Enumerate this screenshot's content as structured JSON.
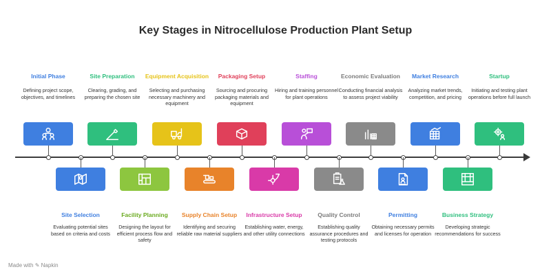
{
  "title": "Key Stages in Nitrocellulose Production Plant Setup",
  "top_stages": [
    {
      "heading": "Initial Phase",
      "desc": "Defining project scope, objectives, and timelines",
      "color": "#3f7fe0",
      "text_color": "#3f7fe0",
      "icon": "team-icon"
    },
    {
      "heading": "Site Preparation",
      "desc": "Clearing, grading, and preparing the chosen site",
      "color": "#2fbf7e",
      "text_color": "#2fbf7e",
      "icon": "shovel-icon"
    },
    {
      "heading": "Equipment Acquisition",
      "desc": "Selecting and purchasing necessary machinery and equipment",
      "color": "#e6c319",
      "text_color": "#e6c319",
      "icon": "forklift-icon"
    },
    {
      "heading": "Packaging Setup",
      "desc": "Sourcing and procuring packaging materials and equipment",
      "color": "#e0405a",
      "text_color": "#e0405a",
      "icon": "package-icon"
    },
    {
      "heading": "Staffing",
      "desc": "Hiring and training personnel for plant operations",
      "color": "#b84fd8",
      "text_color": "#b84fd8",
      "icon": "staff-training-icon"
    },
    {
      "heading": "Economic Evaluation",
      "desc": "Conducting financial analysis to assess project viability",
      "color": "#8a8a8a",
      "text_color": "#7a7a7a",
      "icon": "analysis-chart-icon"
    },
    {
      "heading": "Market Research",
      "desc": "Analyzing market trends, competition, and pricing",
      "color": "#3f7fe0",
      "text_color": "#3f7fe0",
      "icon": "market-chart-icon"
    },
    {
      "heading": "Startup",
      "desc": "Initiating and testing plant operations before full launch",
      "color": "#2fbf7e",
      "text_color": "#2fbf7e",
      "icon": "gear-person-icon"
    }
  ],
  "bottom_stages": [
    {
      "heading": "Site Selection",
      "desc": "Evaluating potential sites based on criteria and costs",
      "color": "#3f7fe0",
      "text_color": "#3f7fe0",
      "icon": "map-icon"
    },
    {
      "heading": "Facility Planning",
      "desc": "Designing the layout for efficient process flow and safety",
      "color": "#8dc63f",
      "text_color": "#6aaa1f",
      "icon": "blueprint-icon"
    },
    {
      "heading": "Supply Chain Setup",
      "desc": "Identifying and securing reliable raw material suppliers",
      "color": "#e8832a",
      "text_color": "#e8832a",
      "icon": "conveyor-icon"
    },
    {
      "heading": "Infrastructure Setup",
      "desc": "Establishing water, energy, and other utility connections",
      "color": "#d93aa8",
      "text_color": "#d93aa8",
      "icon": "utility-icon"
    },
    {
      "heading": "Quality Control",
      "desc": "Establishing quality assurance procedures and testing protocols",
      "color": "#8a8a8a",
      "text_color": "#7a7a7a",
      "icon": "clipboard-flask-icon"
    },
    {
      "heading": "Permitting",
      "desc": "Obtaining necessary permits and licenses for operation",
      "color": "#3f7fe0",
      "text_color": "#3f7fe0",
      "icon": "permit-document-icon"
    },
    {
      "heading": "Business Strategy",
      "desc": "Developing strategic recommendations for success",
      "color": "#2fbf7e",
      "text_color": "#2fbf7e",
      "icon": "strategy-board-icon"
    }
  ],
  "footer": {
    "made_with": "Made with",
    "brand": "Napkin"
  }
}
